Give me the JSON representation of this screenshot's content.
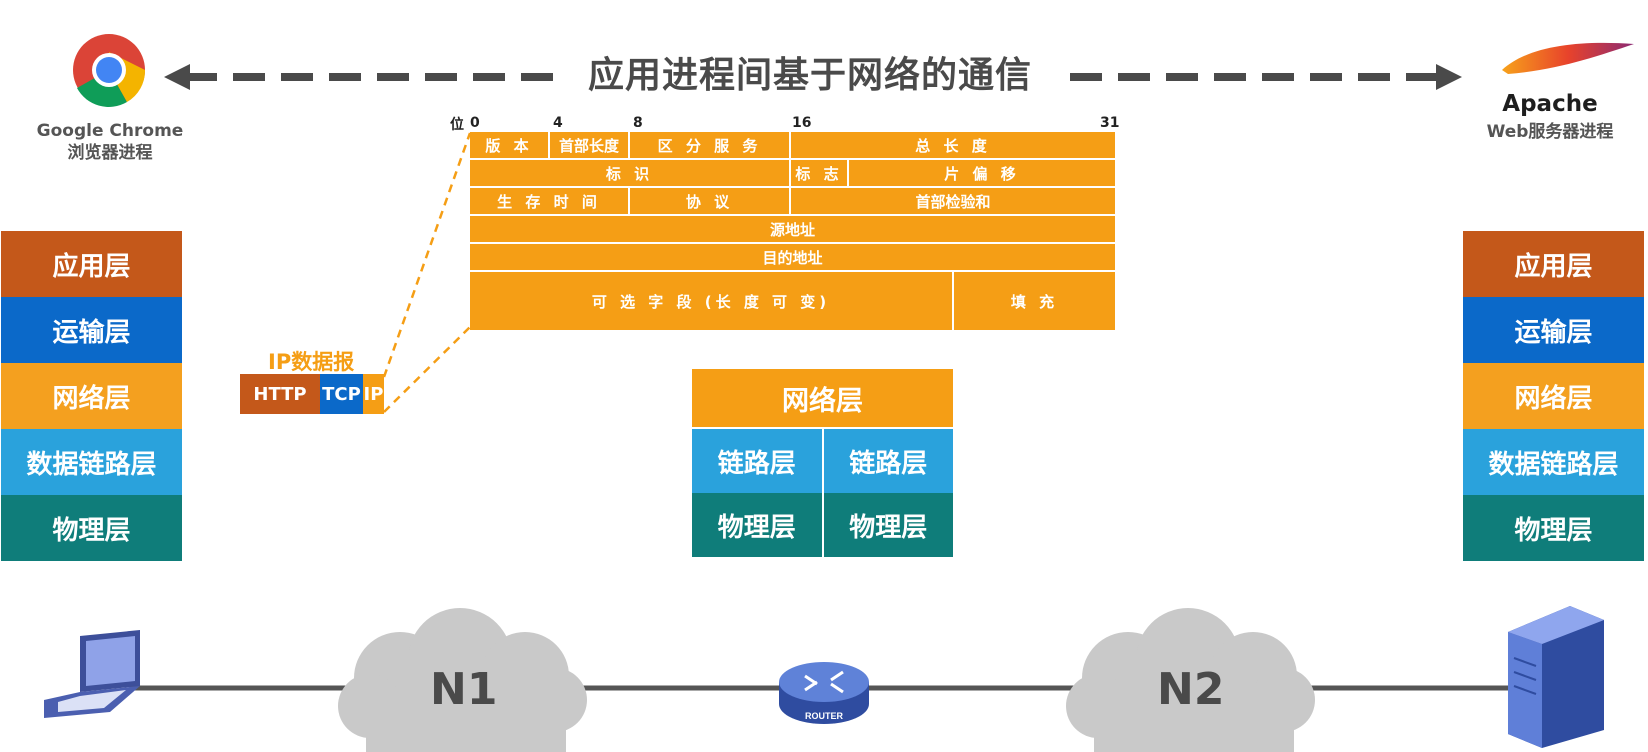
{
  "title": "应用进程间基于网络的通信",
  "left_app": {
    "name": "Google Chrome",
    "desc": "浏览器进程"
  },
  "right_app": {
    "name": "Apache",
    "desc": "Web服务器进程"
  },
  "left_stack": [
    "应用层",
    "运输层",
    "网络层",
    "数据链路层",
    "物理层"
  ],
  "right_stack": [
    "应用层",
    "运输层",
    "网络层",
    "数据链路层",
    "物理层"
  ],
  "ip_header": {
    "bit_label": "位",
    "bits": [
      "0",
      "4",
      "8",
      "16",
      "31"
    ],
    "row1": [
      "版 本",
      "首部长度",
      "区 分 服 务",
      "总 长 度"
    ],
    "row2": [
      "标 识",
      "标 志",
      "片 偏 移"
    ],
    "row3": [
      "生 存 时 间",
      "协 议",
      "首部检验和"
    ],
    "row4": "源地址",
    "row5": "目的地址",
    "row6": [
      "可 选 字 段 (长 度 可 变)",
      "填 充"
    ]
  },
  "datagram": {
    "label": "IP数据报",
    "parts": [
      "HTTP",
      "TCP",
      "IP"
    ]
  },
  "router_stack": {
    "net": "网络层",
    "link": [
      "链路层",
      "链路层"
    ],
    "phys": [
      "物理层",
      "物理层"
    ]
  },
  "network": {
    "n1": "N1",
    "n2": "N2",
    "router": "ROUTER"
  },
  "colors": {
    "app": "#c4581a",
    "transport": "#0b69c9",
    "network": "#f4a01f",
    "link": "#2aa2dc",
    "physical": "#0f7d7a"
  }
}
